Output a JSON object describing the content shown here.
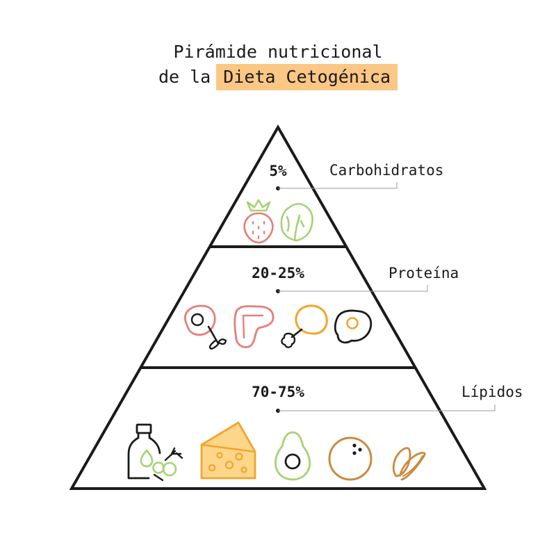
{
  "title": {
    "line1": "Pirámide nutricional",
    "line2_prefix": "de la",
    "line2_highlight": "Dieta Cetogénica"
  },
  "colors": {
    "highlight": "#fbc784",
    "outline": "#1a1a1a",
    "red": "#e37f78",
    "green": "#a6d272",
    "orange": "#efa52e",
    "brown": "#c98a3e",
    "cheese": "#fdd68a"
  },
  "levels": [
    {
      "percent": "5%",
      "label": "Carbohidratos",
      "icons": [
        "strawberry-icon",
        "lettuce-icon"
      ]
    },
    {
      "percent": "20-25%",
      "label": "Proteína",
      "icons": [
        "ham-icon",
        "steak-icon",
        "chicken-leg-icon",
        "fried-egg-icon"
      ]
    },
    {
      "percent": "70-75%",
      "label": "Lípidos",
      "icons": [
        "olive-oil-icon",
        "cheese-icon",
        "avocado-icon",
        "coconut-icon",
        "almonds-icon"
      ]
    }
  ]
}
